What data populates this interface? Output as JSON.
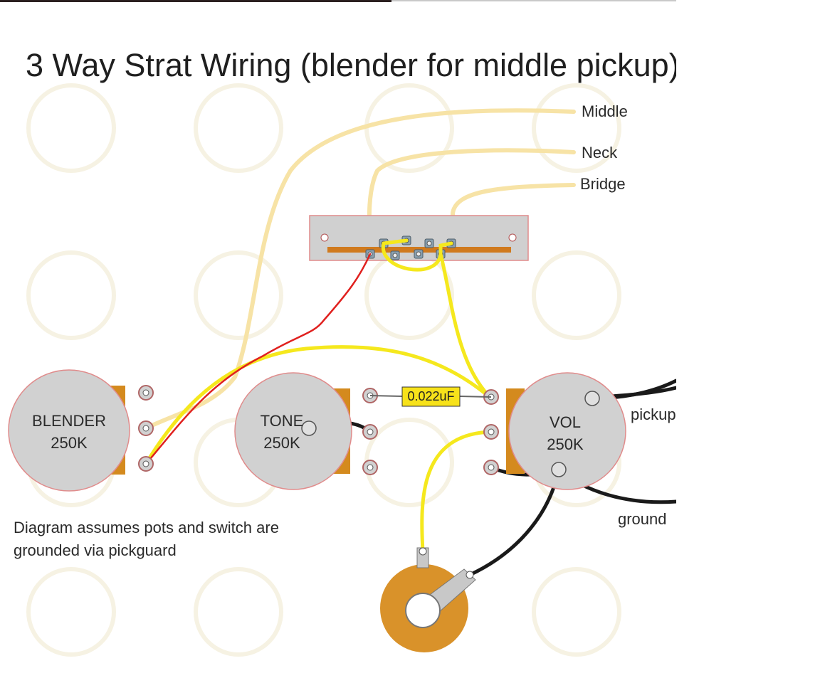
{
  "title": "3 Way Strat Wiring (blender for middle pickup)",
  "pickups": {
    "middle_label": "Middle",
    "neck_label": "Neck",
    "bridge_label": "Bridge"
  },
  "pots": [
    {
      "id": "blender",
      "name": "BLENDER",
      "value": "250K"
    },
    {
      "id": "tone",
      "name": "TONE",
      "value": "250K"
    },
    {
      "id": "vol",
      "name": "VOL",
      "value": "250K"
    }
  ],
  "capacitor": {
    "value": "0.022uF"
  },
  "output_labels": {
    "pickup": "pickup",
    "ground": "ground"
  },
  "note": {
    "line1": "Diagram assumes pots and switch are",
    "line2": "grounded via pickguard"
  },
  "colors": {
    "pickup_wire": "#f7e3a6",
    "yellow_wire": "#f5e81d",
    "red_wire": "#e0201e",
    "black_wire": "#1a1a1a",
    "pot_body": "#d1d1d1",
    "pot_border": "#e08c8c",
    "lug_tab": "#d48a1e",
    "switch_plate": "#d0d0d0",
    "capacitor": "#f7e21a",
    "jack_body": "#d9922a"
  }
}
